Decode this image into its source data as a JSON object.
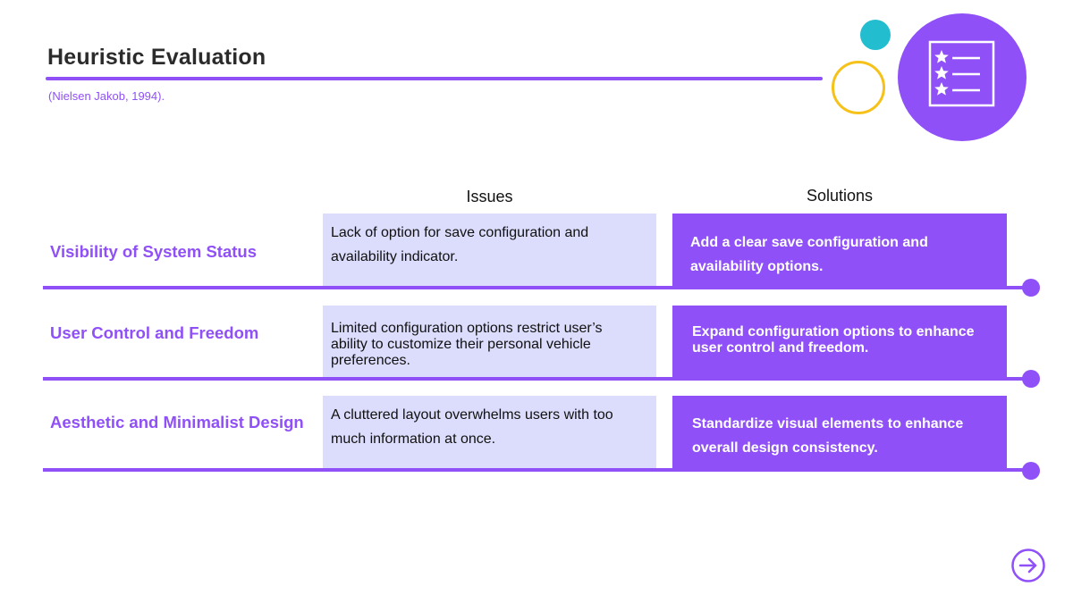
{
  "header": {
    "title": "Heuristic Evaluation",
    "citation": "(Nielsen Jakob, 1994)."
  },
  "columns": {
    "issues": "Issues",
    "solutions": "Solutions"
  },
  "rows": [
    {
      "heuristic": "Visibility of System Status",
      "issue": "Lack of option for save configuration and availability indicator.",
      "solution": "Add a clear save configuration and availability options."
    },
    {
      "heuristic": "User Control and Freedom",
      "issue": "Limited configuration options restrict user’s ability to customize their personal vehicle preferences.",
      "solution": "Expand configuration options to enhance user control and freedom."
    },
    {
      "heuristic": "Aesthetic and Minimalist Design",
      "issue": "A cluttered layout overwhelms users with too much information at once.",
      "solution": "Standardize visual elements to enhance overall design consistency."
    }
  ],
  "icons": {
    "feature": "star-list-icon",
    "next": "arrow-right-circle-icon"
  },
  "colors": {
    "accent": "#9050f7",
    "issue_background": "#dcdcfc",
    "teal": "#23bdd0",
    "yellow": "#f6c21a",
    "text_dark": "#2b2b2b"
  }
}
